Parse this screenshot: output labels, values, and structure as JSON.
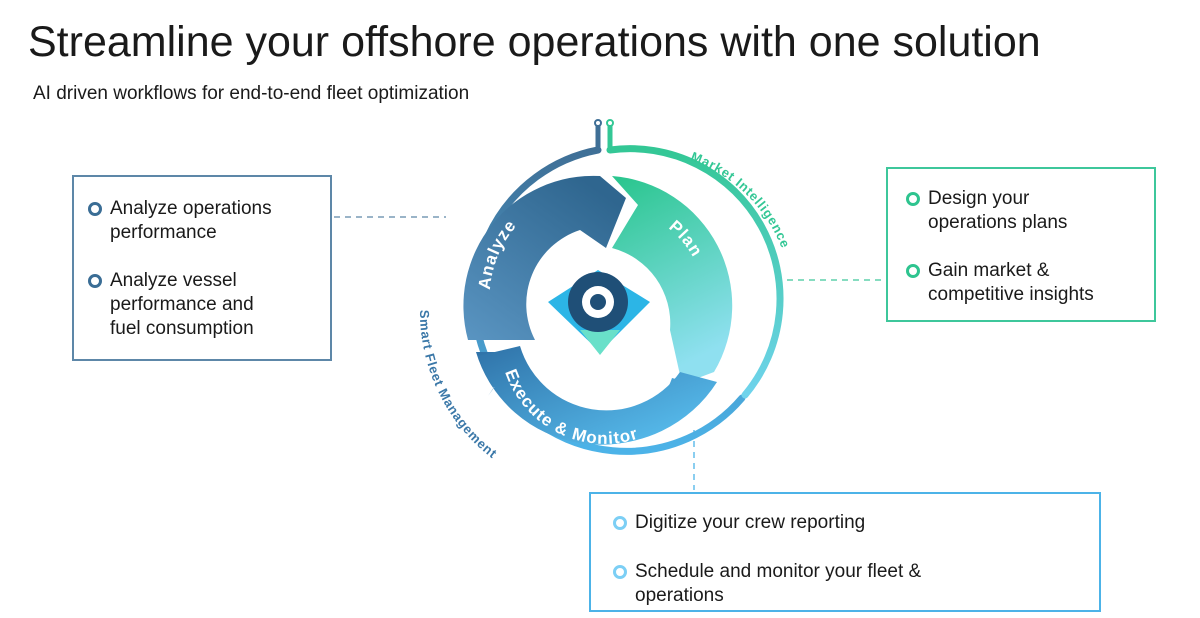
{
  "title": "Streamline your offshore operations with one solution",
  "subtitle": "AI driven workflows for end-to-end fleet optimization",
  "cycle": {
    "analyze": "Analyze",
    "plan": "Plan",
    "execute": "Execute & Monitor"
  },
  "ring_labels": {
    "market": "Market Intelligence",
    "fleet": "Smart Fleet Management"
  },
  "boxes": {
    "left": {
      "items": [
        {
          "line1": "Analyze operations",
          "line2": "performance"
        },
        {
          "line1": "Analyze vessel",
          "line2": "performance and",
          "line3": "fuel consumption"
        }
      ]
    },
    "right": {
      "items": [
        {
          "line1": "Design your",
          "line2": "operations plans"
        },
        {
          "line1": "Gain market &",
          "line2": "competitive insights"
        }
      ]
    },
    "bottom": {
      "items": [
        {
          "line1": "Digitize your crew reporting"
        },
        {
          "line1": "Schedule and monitor your fleet &",
          "line2": "operations"
        }
      ]
    }
  },
  "colors": {
    "analyze": "#3f79a3",
    "plan": "#2ec48f",
    "execute": "#42aee6",
    "ring_dark": "#3f7aa5",
    "ring_green": "#33c795",
    "center_dark": "#1e4f73"
  },
  "icons": [
    "logo-eye-icon"
  ]
}
